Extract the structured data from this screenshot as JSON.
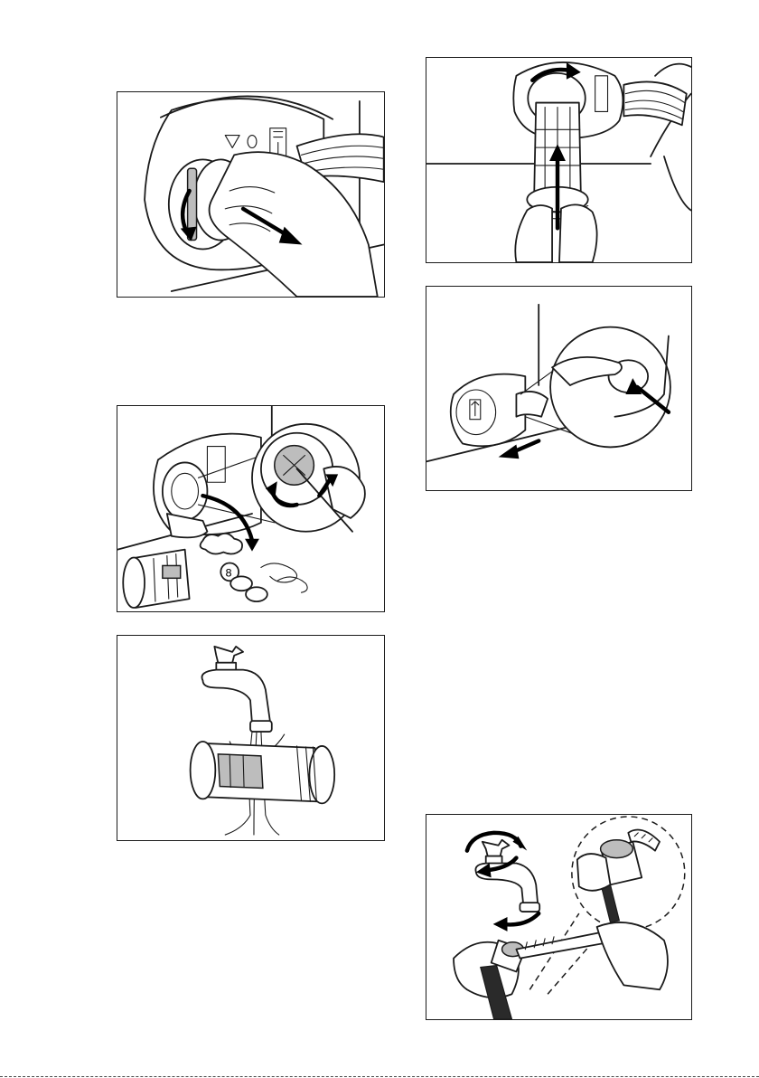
{
  "illustrations": [
    {
      "id": "p1",
      "icon": "filter-unscrew-icon"
    },
    {
      "id": "p2",
      "icon": "remove-foreign-objects-icon"
    },
    {
      "id": "p3",
      "icon": "rinse-filter-icon"
    },
    {
      "id": "p4",
      "icon": "insert-filter-icon"
    },
    {
      "id": "p5",
      "icon": "close-flap-icon"
    },
    {
      "id": "p6",
      "icon": "clean-inlet-hose-filter-icon"
    }
  ],
  "colors": {
    "line": "#1a1a1a",
    "background": "#ffffff",
    "fill_grey": "#bdbdbd"
  }
}
